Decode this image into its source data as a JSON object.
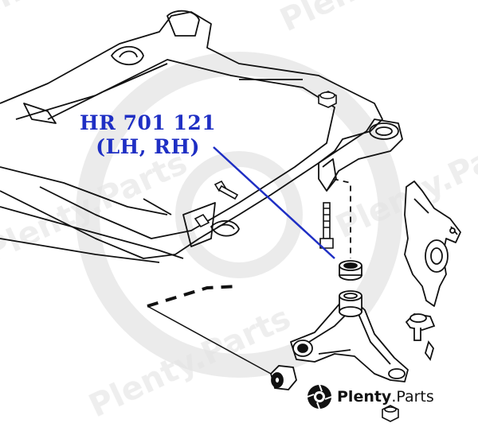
{
  "callout": {
    "part_number": "HR 701 121",
    "side": "(LH, RH)",
    "color": "#1f2fc4"
  },
  "brand": {
    "name_bold": "Plenty",
    "name_suffix": ".Parts",
    "icon": "camera-aperture-logo-icon"
  },
  "watermark": {
    "text": "Plenty.Parts"
  }
}
